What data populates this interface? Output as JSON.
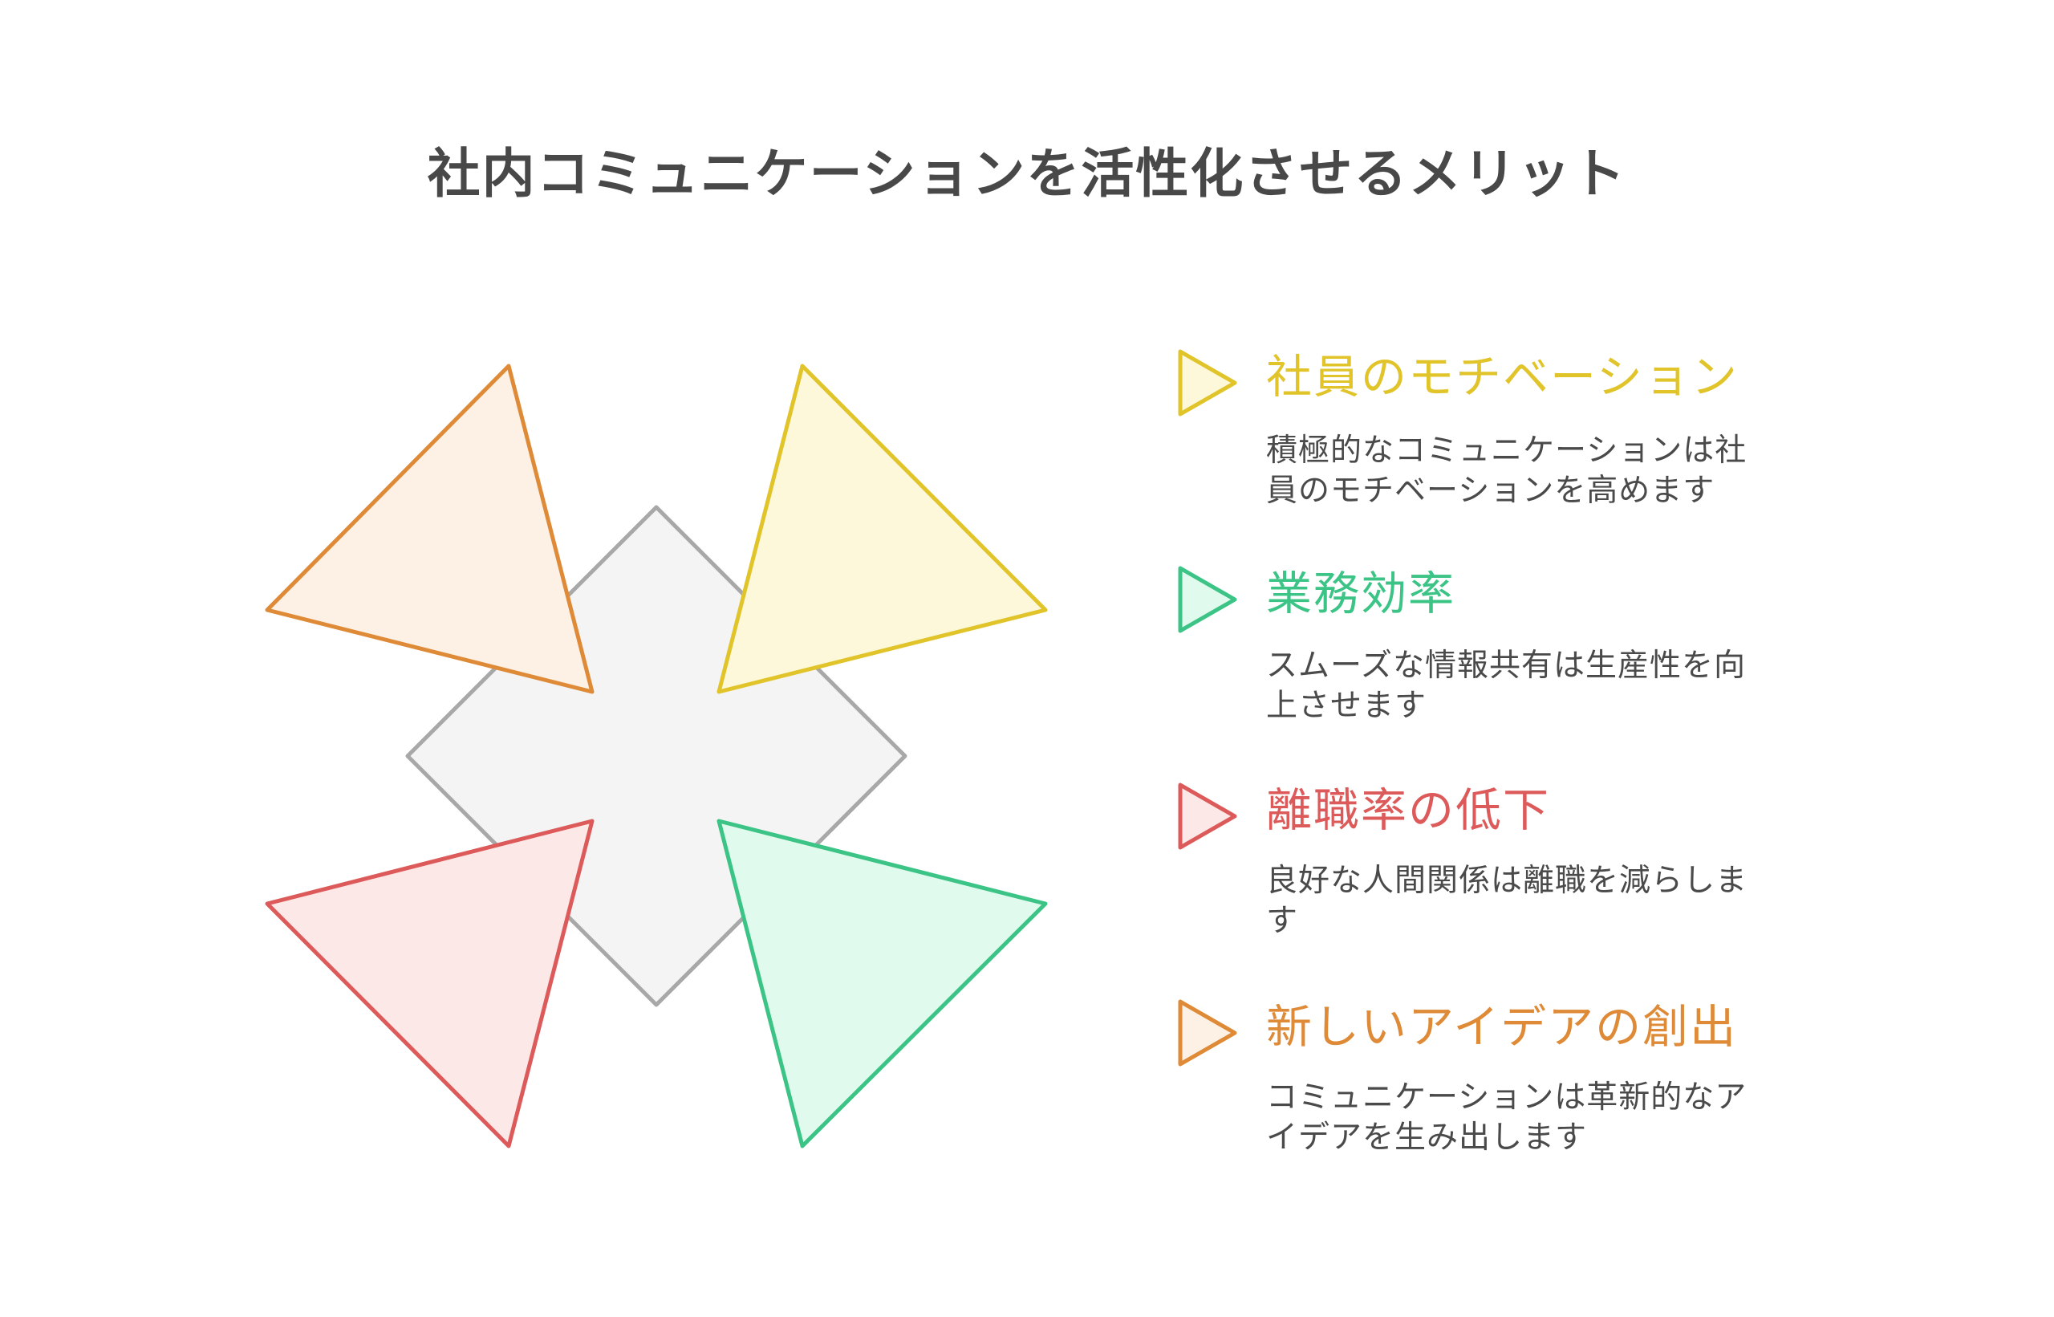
{
  "title": "社内コミュニケーションを活性化させるメリット",
  "colors": {
    "yellow_stroke": "#e0c42a",
    "yellow_fill": "#fdf8d9",
    "green_stroke": "#3cc486",
    "green_fill": "#e0fbee",
    "red_stroke": "#dd5a5a",
    "red_fill": "#fde8e8",
    "orange_stroke": "#de8a37",
    "orange_fill": "#fdf0e4",
    "center_stroke": "#a8a8a8",
    "center_fill": "#f4f4f4"
  },
  "items": [
    {
      "heading": "社員のモチベーション",
      "description_line1": "積極的なコミュニケーションは社",
      "description_line2": "員のモチベーションを高めます",
      "color": "#e0c42a"
    },
    {
      "heading": "業務効率",
      "description_line1": "スムーズな情報共有は生産性を向",
      "description_line2": "上させます",
      "color": "#3cc486"
    },
    {
      "heading": "離職率の低下",
      "description_line1": "良好な人間関係は離職を減らしま",
      "description_line2": "す",
      "color": "#dd5a5a"
    },
    {
      "heading": "新しいアイデアの創出",
      "description_line1": "コミュニケーションは革新的なア",
      "description_line2": "イデアを生み出します",
      "color": "#de8a37"
    }
  ]
}
